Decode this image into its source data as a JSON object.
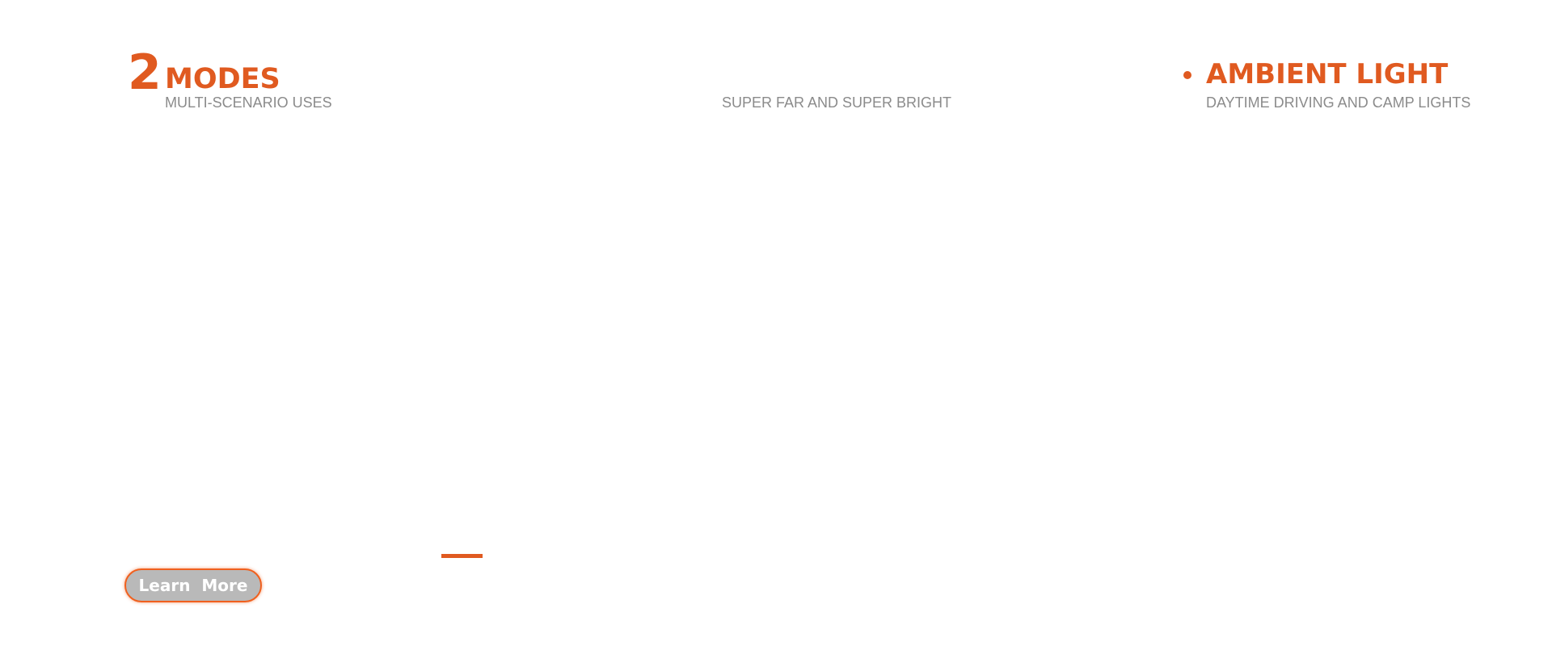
{
  "features": {
    "modes": {
      "number": "2",
      "title": "MODES",
      "subtitle": "MULTI-SCENARIO USES"
    },
    "center": {
      "subtitle": "SUPER FAR AND SUPER BRIGHT"
    },
    "ambient": {
      "title": "AMBIENT LIGHT",
      "subtitle": "DAYTIME DRIVING AND CAMP LIGHTS"
    }
  },
  "cta": {
    "learn_more_label": "Learn  More"
  },
  "colors": {
    "accent": "#e05a20",
    "muted_text": "#8b8b8b",
    "button_fill": "#b9b9b9"
  }
}
